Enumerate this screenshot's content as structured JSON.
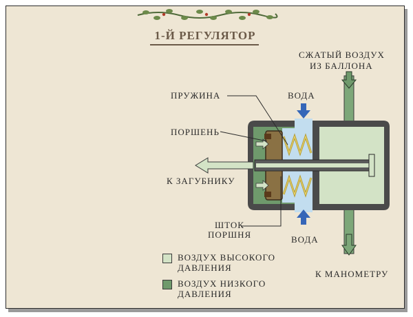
{
  "title": "1-Й РЕГУЛЯТОР",
  "labels": {
    "compressed_air": [
      "СЖАТЫЙ ВОЗДУХ",
      "ИЗ БАЛЛОНА"
    ],
    "spring": "ПРУЖИНА",
    "water_top": "ВОДА",
    "piston": "ПОРШЕНЬ",
    "to_plug": "К ЗАГУБНИКУ",
    "rod": [
      "ШТОК",
      "ПОРШНЯ"
    ],
    "water_bottom": "ВОДА",
    "to_gauge": "К МАНОМЕТРУ"
  },
  "legend": [
    {
      "lines": [
        "ВОЗДУХ ВЫСОКОГО",
        "ДАВЛЕНИЯ"
      ],
      "color": "#d3e3c6"
    },
    {
      "lines": [
        "ВОЗДУХ НИЗКОГО",
        "ДАВЛЕНИЯ"
      ],
      "color": "#6f9a6c"
    }
  ],
  "colors": {
    "paper": "#eee6d4",
    "high_pressure": "#d3e3c6",
    "low_pressure": "#6f9a6c",
    "housing": "#4a4a4a",
    "water_blue": "#c2ddef",
    "arrow_blue": "#3566b8",
    "spring": "#c8b44a",
    "piston": "#8a7144",
    "pipe": "#7da779"
  },
  "icons": [
    "vine-ornament",
    "compressed-air-arrow",
    "outlet-arrow",
    "water-arrow"
  ]
}
